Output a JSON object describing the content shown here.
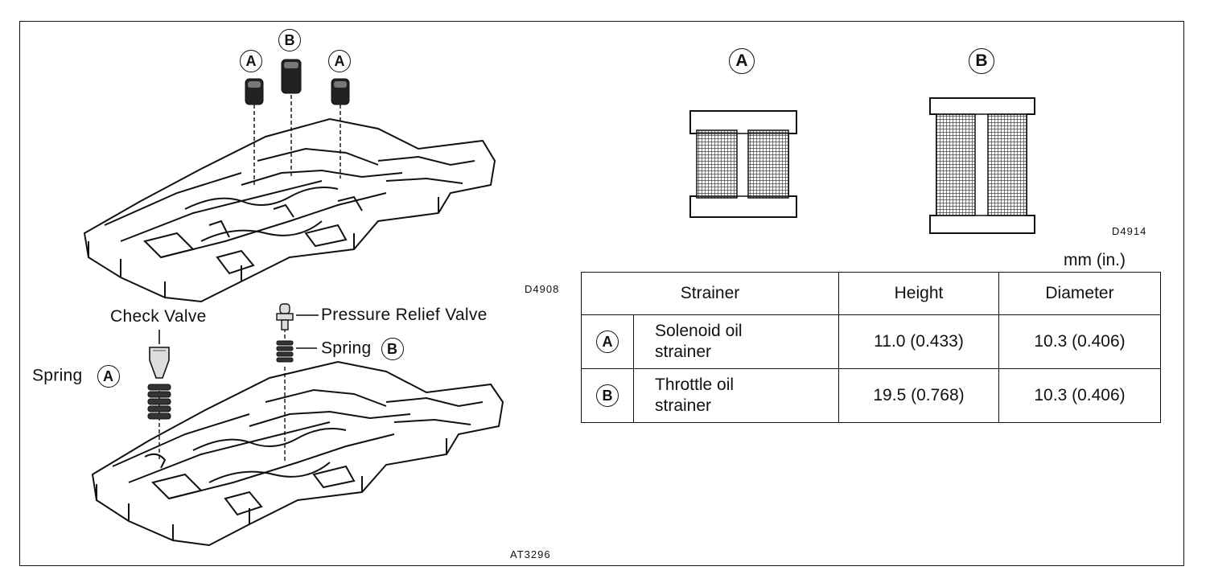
{
  "figure_codes": {
    "upper_left": "D4908",
    "lower_left": "AT3296",
    "upper_right": "D4914"
  },
  "upper_left_labels": {
    "a1": "A",
    "b": "B",
    "a2": "A"
  },
  "lower_left_labels": {
    "check_valve": "Check Valve",
    "pressure_relief_valve": "Pressure Relief Valve",
    "spring_b_text": "Spring",
    "spring_b_letter": "B",
    "spring_a_text": "Spring",
    "spring_a_letter": "A"
  },
  "strainer_labels": {
    "a": "A",
    "b": "B"
  },
  "units": "mm (in.)",
  "table": {
    "headers": {
      "strainer": "Strainer",
      "height": "Height",
      "diameter": "Diameter"
    },
    "rows": [
      {
        "symbol": "A",
        "name_line1": "Solenoid oil",
        "name_line2": "strainer",
        "height": "11.0  (0.433)",
        "diameter": "10.3  (0.406)"
      },
      {
        "symbol": "B",
        "name_line1": "Throttle oil",
        "name_line2": "strainer",
        "height": "19.5  (0.768)",
        "diameter": "10.3  (0.406)"
      }
    ]
  }
}
